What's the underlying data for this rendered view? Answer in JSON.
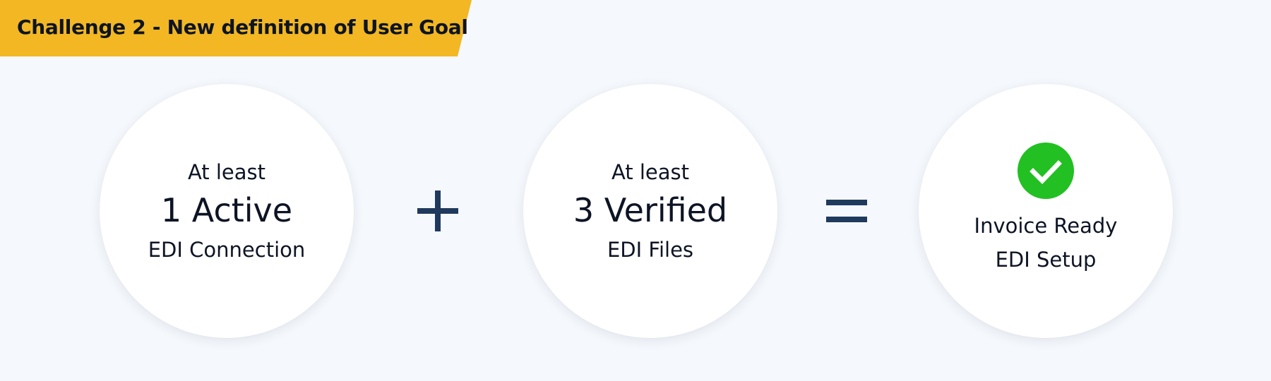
{
  "banner": {
    "title": "Challenge 2 - New definition of User Goal"
  },
  "colors": {
    "banner": "#f2b722",
    "operator": "#1f3a5c",
    "check": "#22c022",
    "background": "#f5f8fc",
    "text": "#0d1424"
  },
  "equation": {
    "term1": {
      "prefix": "At least",
      "main": "1 Active",
      "suffix": "EDI Connection"
    },
    "operator1": "plus-icon",
    "term2": {
      "prefix": "At least",
      "main": "3 Verified",
      "suffix": "EDI Files"
    },
    "operator2": "equals-icon",
    "result": {
      "icon": "check-circle-icon",
      "line1": "Invoice Ready",
      "line2": "EDI Setup"
    }
  }
}
